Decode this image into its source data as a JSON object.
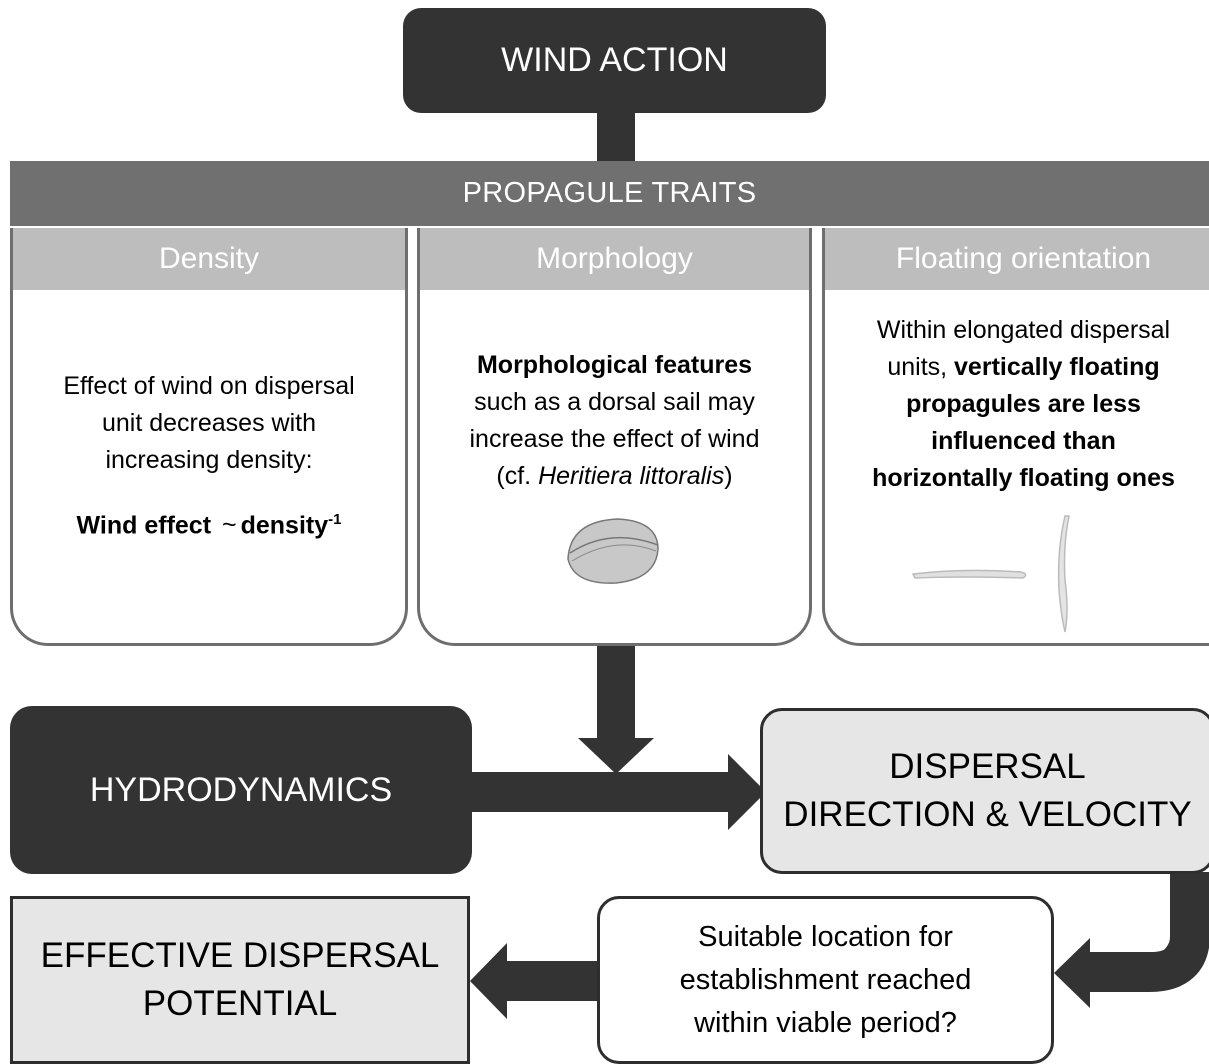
{
  "wind_action": "WIND ACTION",
  "propagule_traits": "PROPAGULE TRAITS",
  "traits": {
    "density": {
      "header": "Density",
      "lines": [
        "Effect of wind on dispersal",
        "unit decreases with",
        "increasing density:"
      ],
      "formula_bold": "Wind effect",
      "formula_tilde": "~",
      "formula_term": "density",
      "formula_exponent": "-1"
    },
    "morphology": {
      "header": "Morphology",
      "line1_bold": "Morphological features",
      "line2": "such as a dorsal sail may",
      "line3": "increase the effect of wind",
      "line4_prefix": "(cf. ",
      "line4_italic": "Heritiera littoralis",
      "line4_suffix": ")"
    },
    "floating_orientation": {
      "header": "Floating orientation",
      "line1": "Within elongated dispersal",
      "line2_prefix": "units, ",
      "line2_bold": "vertically floating",
      "line3_bold": "propagules are less",
      "line4_bold": "influenced than",
      "line5_bold": "horizontally floating ones"
    }
  },
  "hydrodynamics": "HYDRODYNAMICS",
  "dispersal_direction": {
    "line1": "DISPERSAL",
    "line2": "DIRECTION & VELOCITY"
  },
  "effective_dispersal": {
    "line1": "EFFECTIVE DISPERSAL",
    "line2": "POTENTIAL"
  },
  "question": {
    "line1": "Suitable location for",
    "line2": "establishment reached",
    "line3": "within viable period?"
  },
  "colors": {
    "dark": "#333333",
    "band": "#707070",
    "header": "#bdbdbd",
    "light_fill": "#e6e6e6"
  }
}
